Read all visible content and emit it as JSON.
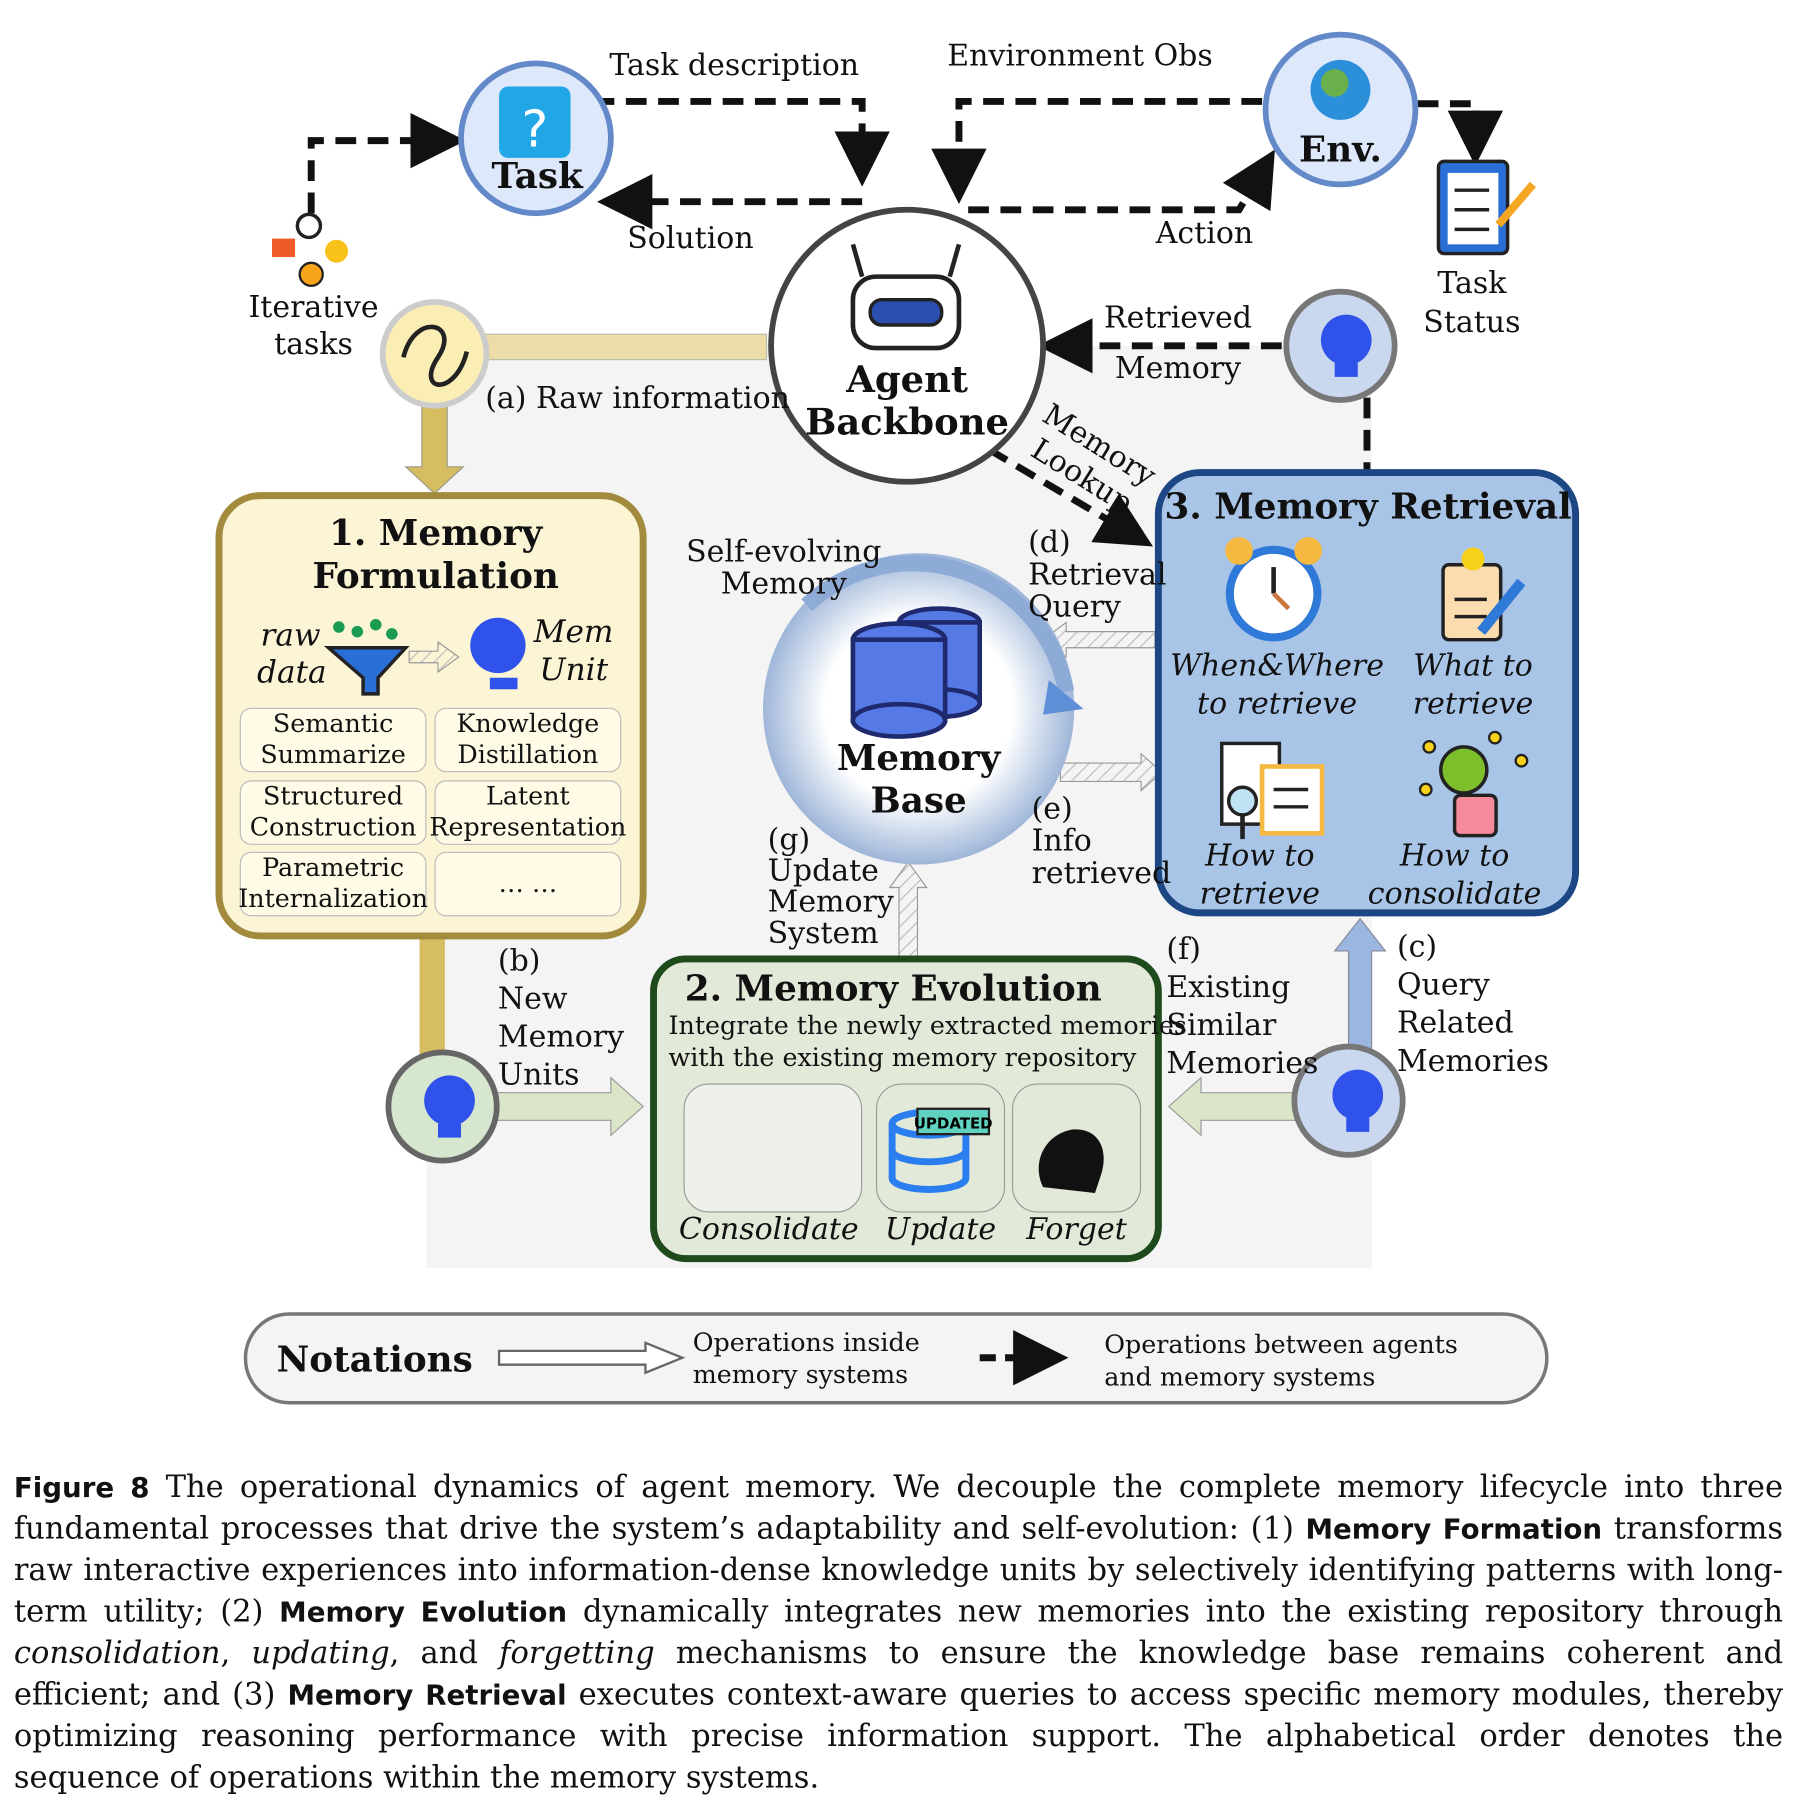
{
  "nodes": {
    "task": "Task",
    "env": "Env.",
    "agent_line1": "Agent",
    "agent_line2": "Backbone",
    "memory_base_line1": "Memory",
    "memory_base_line2": "Base",
    "iterative_line1": "Iterative",
    "iterative_line2": "tasks",
    "task_status_line1": "Task",
    "task_status_line2": "Status"
  },
  "edges": {
    "task_description": "Task description",
    "environment_obs": "Environment Obs",
    "solution": "Solution",
    "action": "Action",
    "retrieved_line1": "Retrieved",
    "retrieved_line2": "Memory",
    "memory_lookup_line1": "Memory",
    "memory_lookup_line2": "Lookup",
    "raw_info": "(a) Raw information",
    "b": [
      "(b)",
      "New",
      "Memory",
      "Units"
    ],
    "c": [
      "(c)",
      "Query",
      "Related",
      "Memories"
    ],
    "d": [
      "(d)",
      "Retrieval",
      "Query"
    ],
    "e": [
      "(e)",
      "Info",
      "retrieved"
    ],
    "f": [
      "(f)",
      "Existing",
      "Similar",
      "Memories"
    ],
    "g": [
      "(g)",
      "Update",
      "Memory",
      "System"
    ],
    "self_evolving": [
      "Self-evolving",
      "Memory"
    ]
  },
  "formulation": {
    "title_line1": "1. Memory",
    "title_line2": "Formulation",
    "raw_line1": "raw",
    "raw_line2": "data",
    "mem_line1": "Mem",
    "mem_line2": "Unit",
    "cells": [
      [
        "Semantic",
        "Summarize"
      ],
      [
        "Knowledge",
        "Distillation"
      ],
      [
        "Structured",
        "Construction"
      ],
      [
        "Latent",
        "Representation"
      ],
      [
        "Parametric",
        "Internalization"
      ],
      [
        "… …",
        ""
      ]
    ]
  },
  "evolution": {
    "title": "2. Memory Evolution",
    "desc_line1": "Integrate the newly extracted memories",
    "desc_line2": "with the existing memory repository",
    "updated_badge": "UPDATED",
    "ops": [
      "Consolidate",
      "Update",
      "Forget"
    ]
  },
  "retrieval": {
    "title": "3. Memory Retrieval",
    "items": [
      [
        "When&Where",
        "to retrieve"
      ],
      [
        "What to",
        "retrieve"
      ],
      [
        "How to",
        "retrieve"
      ],
      [
        "How to",
        "consolidate"
      ]
    ]
  },
  "notations": {
    "title": "Notations",
    "solid_line1": "Operations inside",
    "solid_line2": "memory systems",
    "dashed_line1": "Operations between agents",
    "dashed_line2": "and memory systems"
  },
  "caption": {
    "label": "Figure 8",
    "p1": " The operational dynamics of agent memory.  We decouple the complete memory lifecycle into three fundamental processes that drive the system’s adaptability and self-evolution: (1) ",
    "b1": "Memory Formation",
    "p2": " transforms raw interactive experiences into information-dense knowledge units by selectively identifying patterns with long-term utility; (2) ",
    "b2": "Memory Evolution",
    "p3": " dynamically integrates new memories into the existing repository through ",
    "i1": "consolidation",
    "p4": ", ",
    "i2": "updating",
    "p5": ", and ",
    "i3": "forgetting",
    "p6": " mechanisms to ensure the knowledge base remains coherent and efficient; and (3) ",
    "b3": "Memory Retrieval",
    "p7": " executes context-aware queries to access specific memory modules, thereby optimizing reasoning performance with precise information support.  The alphabetical order denotes the sequence of operations within the memory systems."
  },
  "colors": {
    "formulation_fill": "#fbf5d6",
    "formulation_border": "#a38b3e",
    "retrieval_fill": "#a8c5e8",
    "retrieval_border": "#1c4784",
    "evolution_fill": "#e2e9d8",
    "evolution_border": "#1e4a1c",
    "bulb": "#2f52ea"
  }
}
